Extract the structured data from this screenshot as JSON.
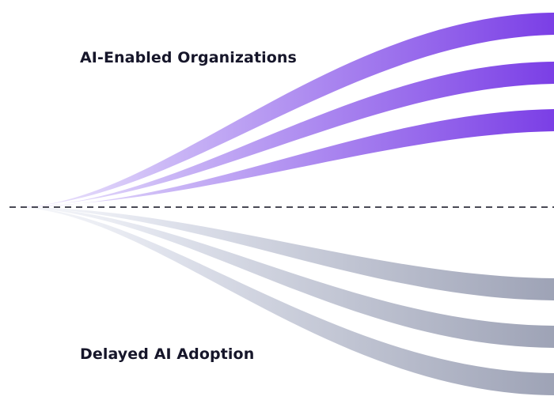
{
  "diagram": {
    "top_label": "AI-Enabled Organizations",
    "bottom_label": "Delayed AI Adoption",
    "colors": {
      "enabled_start": "#e2d8fb",
      "enabled_end": "#7b3fe6",
      "delayed_start": "#eef0f6",
      "delayed_end": "#9ea3b6",
      "baseline": "#4a4a55",
      "text": "#16162a"
    },
    "baseline_style": "dashed",
    "enabled_curves": 3,
    "delayed_curves": 3
  }
}
